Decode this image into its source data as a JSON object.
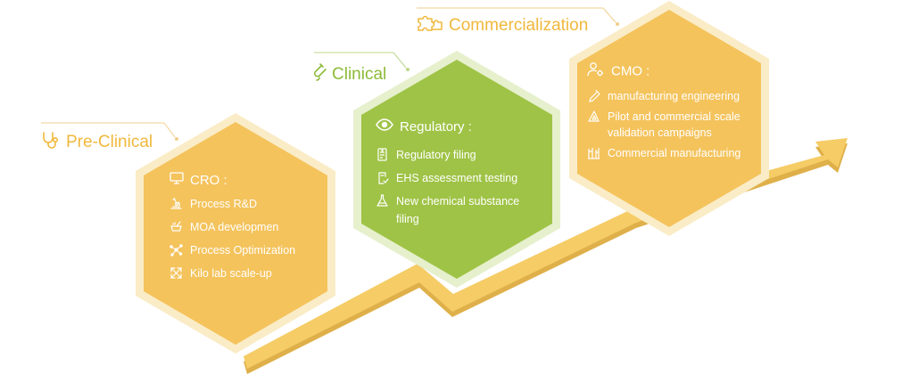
{
  "stages": {
    "preclinical": {
      "label": "Pre-Clinical",
      "icon": "stethoscope-icon",
      "color": "#f0b83c"
    },
    "clinical": {
      "label": "Clinical",
      "icon": "test-tube-icon",
      "color": "#8dbb39"
    },
    "commercialization": {
      "label": "Commercialization",
      "icon": "puzzle-icon",
      "color": "#f0b83c"
    }
  },
  "cards": {
    "cro": {
      "title": "CRO :",
      "icon": "monitor-icon",
      "items": [
        {
          "label": "Process R&D",
          "icon": "microscope-icon"
        },
        {
          "label": "MOA developmen",
          "icon": "mortar-icon"
        },
        {
          "label": "Process Optimization",
          "icon": "molecule-icon"
        },
        {
          "label": "Kilo lab scale-up",
          "icon": "expand-icon"
        }
      ]
    },
    "regulatory": {
      "title": "Regulatory :",
      "icon": "eye-icon",
      "items": [
        {
          "label": "Regulatory filing",
          "icon": "document-icon"
        },
        {
          "label": "EHS assessment testing",
          "icon": "clipboard-icon"
        },
        {
          "label": "New  chemical substance filing",
          "icon": "flask-icon"
        }
      ]
    },
    "cmo": {
      "title": "CMO :",
      "icon": "user-gear-icon",
      "items": [
        {
          "label": "manufacturing engineering",
          "icon": "pipette-icon"
        },
        {
          "label": "Pilot and commercial scale validation campaigns",
          "icon": "setsquare-icon"
        },
        {
          "label": "Commercial manufacturing",
          "icon": "factory-icon"
        }
      ]
    }
  },
  "colors": {
    "yellow": "#f4c35c",
    "yellow_border": "#faecc6",
    "green": "#9fc346",
    "green_border": "#e6f0cd",
    "arrow": "#f5cc66",
    "arrow_shadow": "#e0b04a",
    "label_yellow": "#f0b83c",
    "label_green": "#8dbb39",
    "leader_yellow": "#f0cf8c",
    "leader_green": "#bcd78a"
  }
}
